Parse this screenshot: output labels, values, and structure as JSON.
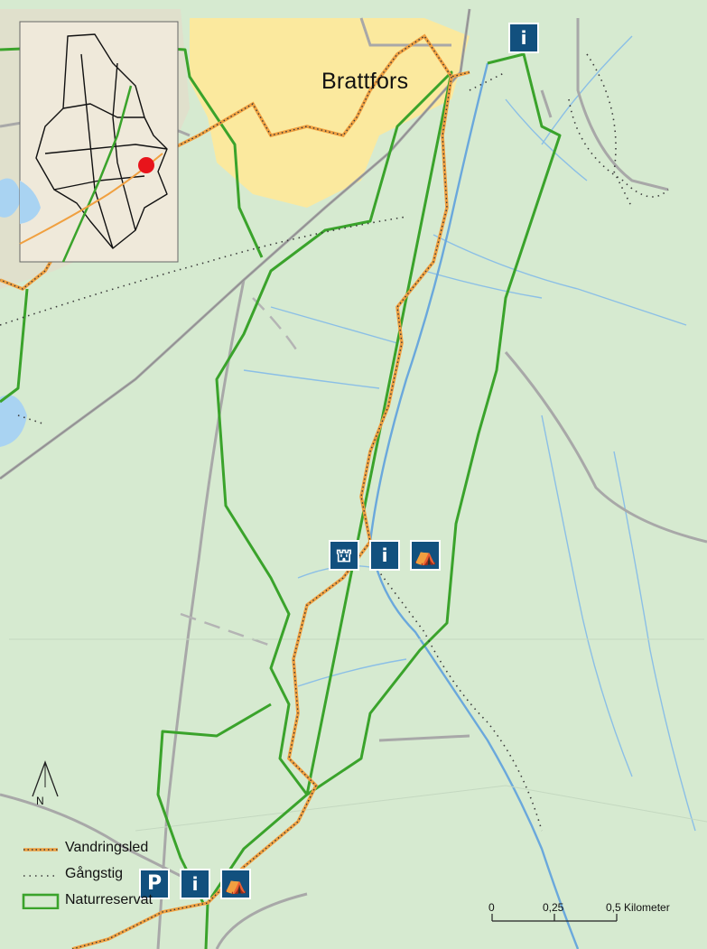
{
  "map": {
    "place_label": "Brattfors",
    "colors": {
      "forest": "#d6ead0",
      "settlement": "#fbe99e",
      "reserve_boundary": "#3aa32b",
      "trail_orange": "#f0a040",
      "trail_dots": "#3a3a3a",
      "road": "#a8a8a8",
      "water": "#7fb8e8",
      "poi_background": "#12507e",
      "locator_dot": "#e8141b"
    },
    "pois": [
      {
        "icon": "info-icon",
        "glyph": "i"
      },
      {
        "icon": "tower-icon",
        "glyph": "⛫"
      },
      {
        "icon": "info-icon",
        "glyph": "i"
      },
      {
        "icon": "picnic-icon",
        "glyph": "⛺"
      },
      {
        "icon": "parking-icon",
        "glyph": "P"
      },
      {
        "icon": "info-icon",
        "glyph": "i"
      },
      {
        "icon": "picnic-icon",
        "glyph": "⛺"
      }
    ]
  },
  "legend": {
    "items": [
      {
        "label": "Vandringsled"
      },
      {
        "label": "Gångstig"
      },
      {
        "label": "Naturreservat"
      }
    ]
  },
  "scale": {
    "labels": [
      "0",
      "0,25",
      "0,5 Kilometer"
    ]
  },
  "north_label": "N"
}
